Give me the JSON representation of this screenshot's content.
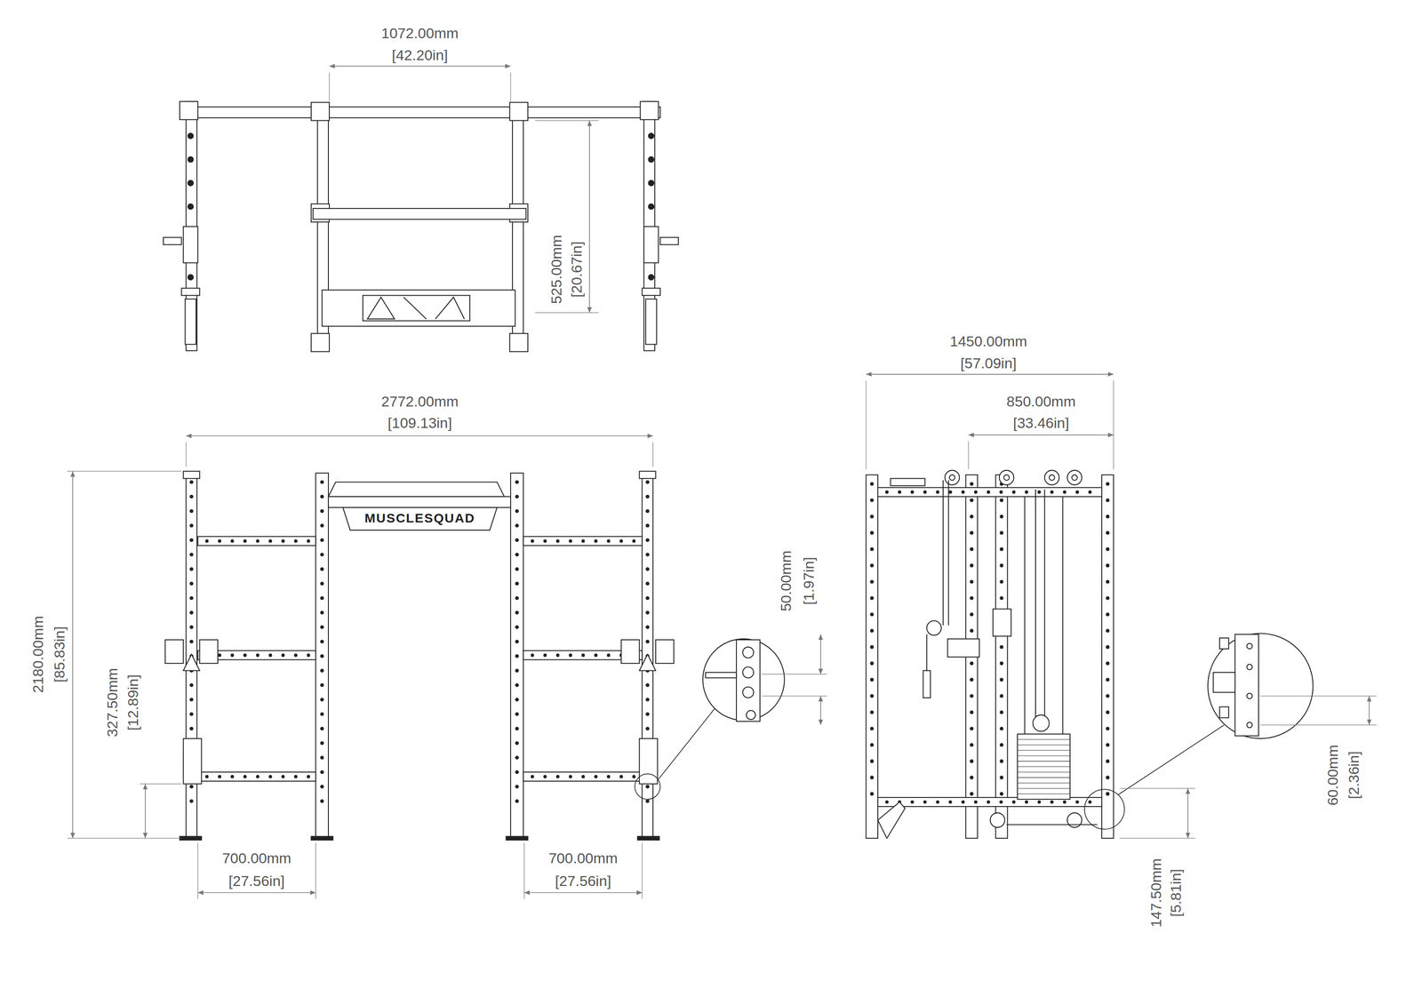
{
  "diagram": {
    "labels": [
      "1072.00mm",
      "[42.20in]",
      "525.00mm",
      "[20.67in]",
      "2772.00mm",
      "[109.13in]",
      "2180.00mm",
      "[85.83in]",
      "327.50mm",
      "[12.89in]",
      "MUSCLESQUAD",
      "700.00mm",
      "[27.56in]",
      "700.00mm",
      "[27.56in]",
      "50.00mm",
      "[1.97in]",
      "1450.00mm",
      "[57.09in]",
      "850.00mm",
      "[33.46in]",
      "60.00mm",
      "[2.36in]",
      "147.50mm",
      "[5.81in]"
    ]
  }
}
